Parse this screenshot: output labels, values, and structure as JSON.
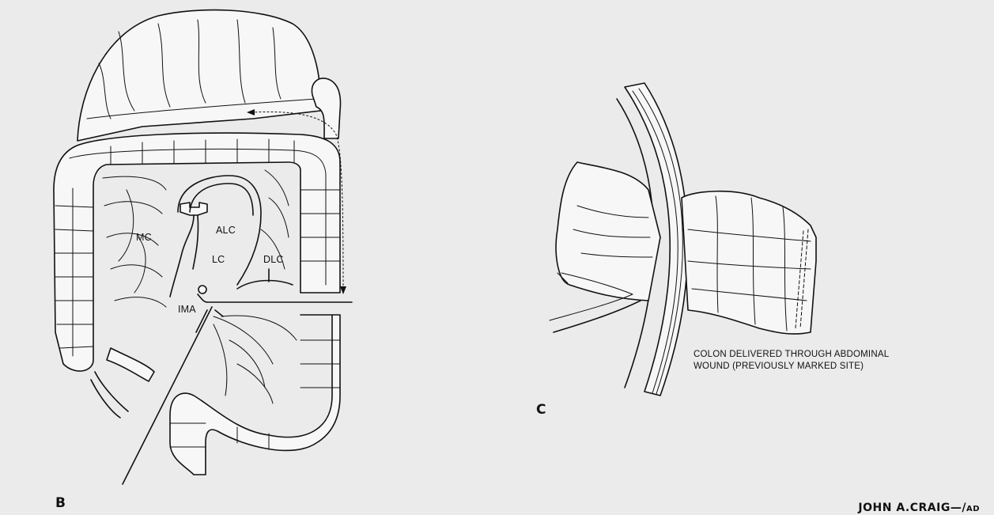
{
  "panel_b": {
    "letter": "B",
    "labels": {
      "mc": "MC",
      "alc": "ALC",
      "lc": "LC",
      "dlc": "DLC",
      "ima": "IMA"
    }
  },
  "panel_c": {
    "letter": "C",
    "caption_line1": "COLON DELIVERED THROUGH ABDOMINAL",
    "caption_line2": "WOUND (PREVIOUSLY MARKED SITE)"
  },
  "signature": {
    "name": "JOHN A.CRAIG",
    "suffix": "AD"
  }
}
